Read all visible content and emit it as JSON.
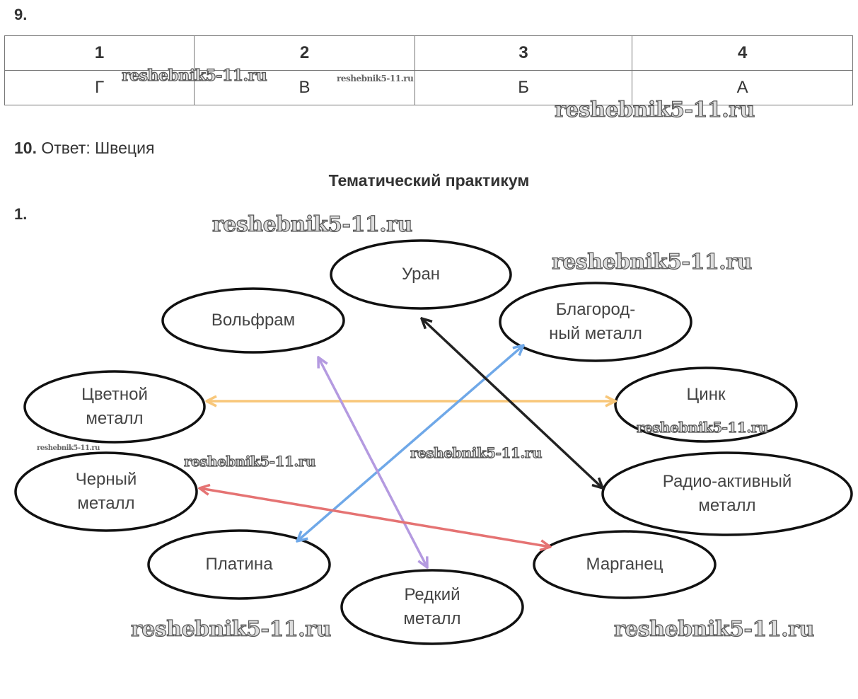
{
  "task9": {
    "number": "9.",
    "headers": [
      "1",
      "2",
      "3",
      "4"
    ],
    "answers": [
      "Г",
      "В",
      "Б",
      "А"
    ]
  },
  "task10": {
    "number": "10.",
    "text": "Ответ: Швеция"
  },
  "section_title": "Тематический практикум",
  "task1": {
    "number": "1.",
    "nodes": {
      "uran": [
        "Уран"
      ],
      "volfram": [
        "Вольфрам"
      ],
      "blagorod": [
        "Благород-",
        "ный металл"
      ],
      "tsvetnoy": [
        "Цветной",
        "металл"
      ],
      "tsink": [
        "Цинк"
      ],
      "cherny": [
        "Черный",
        "металл"
      ],
      "radio": [
        "Радио-активный",
        "металл"
      ],
      "platina": [
        "Платина"
      ],
      "marganets": [
        "Марганец"
      ],
      "redkiy": [
        "Редкий",
        "металл"
      ]
    },
    "links": [
      {
        "from": "tsvetnoy",
        "to": "tsink",
        "color": "#f8c77a"
      },
      {
        "from": "platina",
        "to": "blagorod",
        "color": "#6fa8e8"
      },
      {
        "from": "uran",
        "to": "radio",
        "color": "#222222"
      },
      {
        "from": "volfram",
        "to": "redkiy",
        "color": "#b49ae0"
      },
      {
        "from": "cherny",
        "to": "marganets",
        "color": "#e57373"
      }
    ]
  },
  "watermark": "reshebnik5-11.ru"
}
